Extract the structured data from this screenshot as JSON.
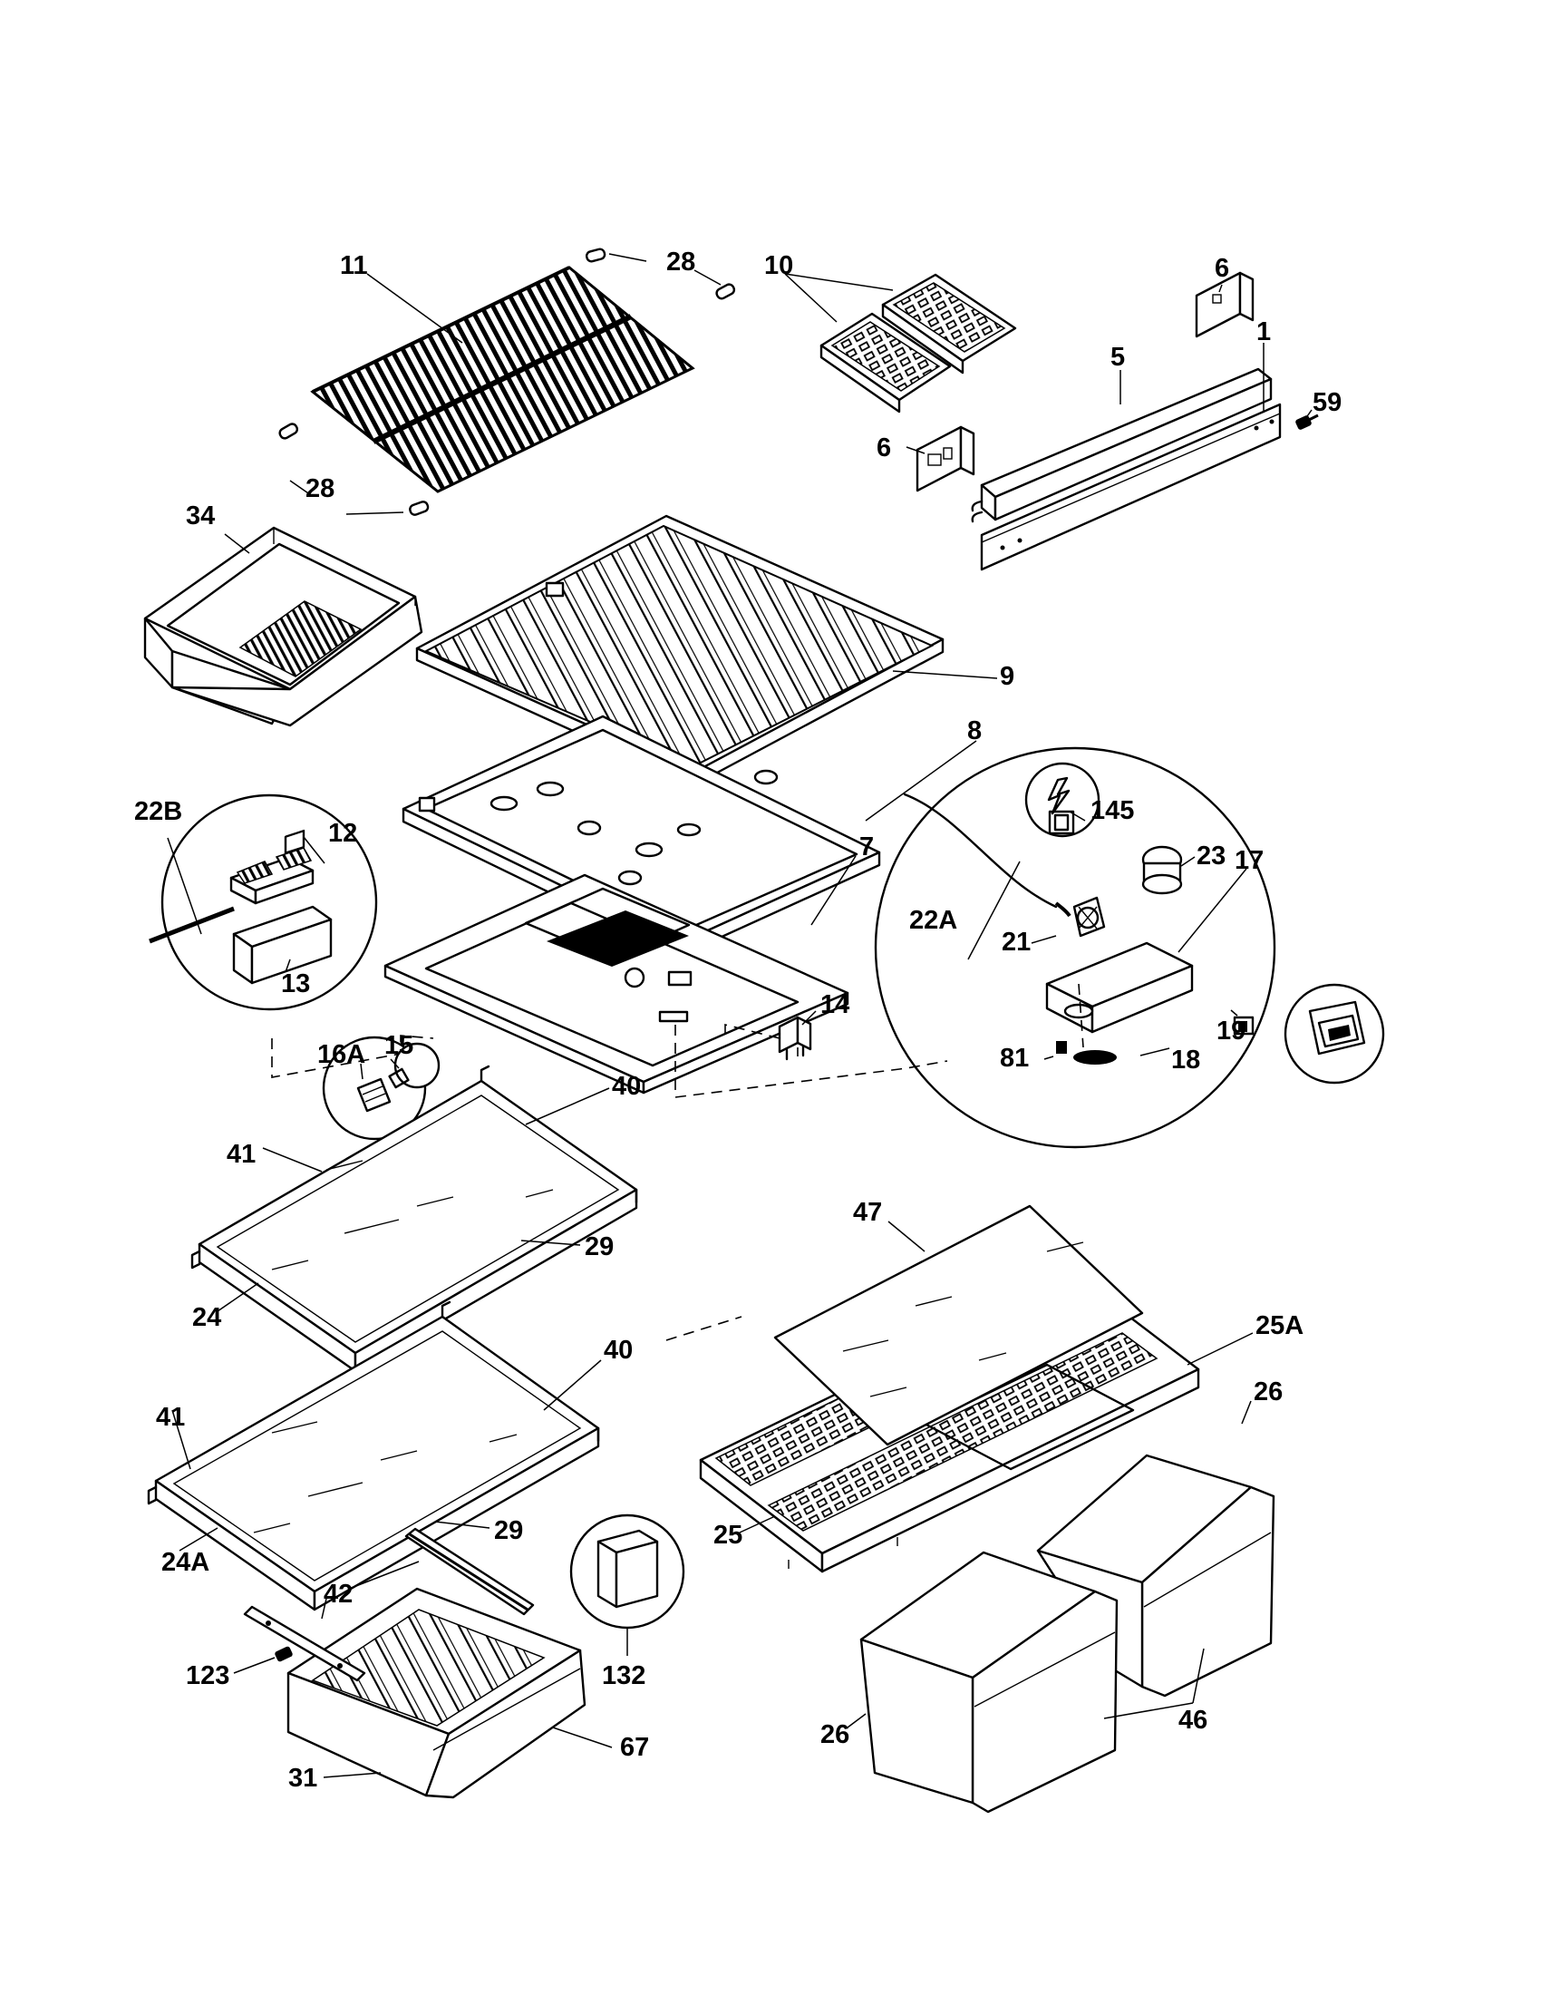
{
  "diagram": {
    "callouts": {
      "c11": "11",
      "c28a": "28",
      "c10": "10",
      "c6a": "6",
      "c1": "1",
      "c5": "5",
      "c59": "59",
      "c6b": "6",
      "c28b": "28",
      "c34": "34",
      "c9": "9",
      "c8": "8",
      "c22B": "22B",
      "c12": "12",
      "c13": "13",
      "c7": "7",
      "c145": "145",
      "c23": "23",
      "c17": "17",
      "c22A": "22A",
      "c21": "21",
      "c14": "14",
      "c15": "15",
      "c16A": "16A",
      "c81": "81",
      "c18": "18",
      "c19": "19",
      "c40a": "40",
      "c41a": "41",
      "c29a": "29",
      "c24": "24",
      "c47": "47",
      "c25A": "25A",
      "c40b": "40",
      "c41b": "41",
      "c26a": "26",
      "c29b": "29",
      "c24A": "24A",
      "c25": "25",
      "c42": "42",
      "c123": "123",
      "c132": "132",
      "c67": "67",
      "c31": "31",
      "c26b": "26",
      "c46": "46"
    }
  }
}
